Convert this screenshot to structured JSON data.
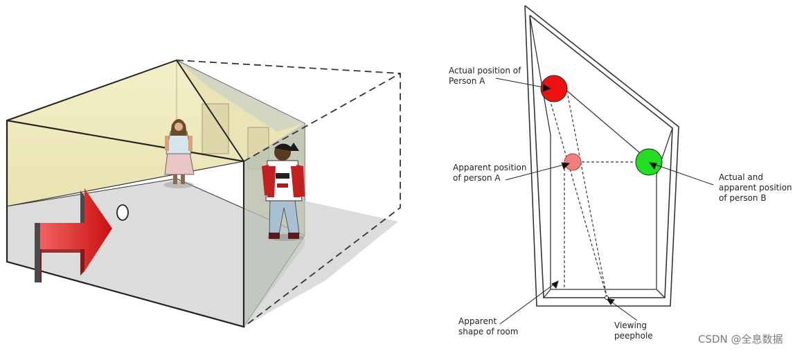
{
  "labels": {
    "actual_a": [
      "Actual position of",
      "Person A"
    ],
    "apparent_a": [
      "Apparent position",
      "of person A"
    ],
    "actual_b": [
      "Actual and",
      "apparent position",
      "of person B"
    ],
    "shape": [
      "Apparent",
      "shape of room"
    ],
    "peephole": [
      "Viewing",
      "peephole"
    ]
  },
  "watermark": "CSDN @全息数据",
  "colors": {
    "person_a": "#ee1111",
    "person_a_apparent": "#f08080",
    "person_b": "#22dd22",
    "arrow": "#d11a1a",
    "wall": "#f1ecc0",
    "floor": "#dcdcdc",
    "outline": "#222222"
  }
}
